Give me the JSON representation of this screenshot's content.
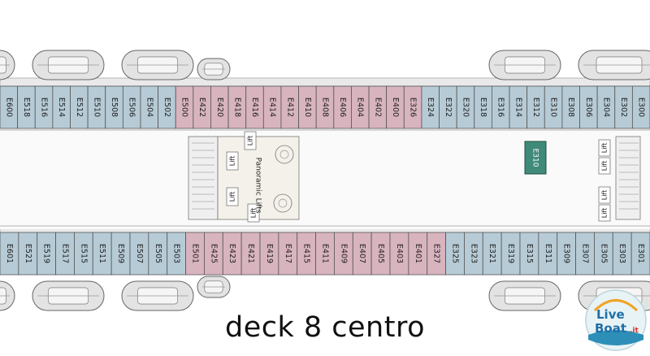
{
  "title": "deck 8 centro",
  "colors": {
    "blue_cabin": "#b6cbd6",
    "pink_cabin": "#d8b4bf",
    "suite": "#3f8a79",
    "boat": "#e3e3e3",
    "hull": "#e9e9e9",
    "outline": "#555555"
  },
  "top_row": {
    "blue_left": [
      "E600",
      "E518",
      "E516",
      "E514",
      "E512",
      "E510",
      "E508",
      "E506",
      "E504",
      "E502"
    ],
    "pink": [
      "E500",
      "E422",
      "E420",
      "E418",
      "E416",
      "E414",
      "E412",
      "E410",
      "E408",
      "E406",
      "E404",
      "E402",
      "E400",
      "E326"
    ],
    "blue_right": [
      "E324",
      "E322",
      "E320",
      "E318",
      "E316",
      "E314",
      "E312",
      "E310",
      "E308",
      "E306",
      "E304",
      "E302",
      "E300"
    ]
  },
  "bottom_row": {
    "blue_left": [
      "E601",
      "E521",
      "E519",
      "E517",
      "E515",
      "E511",
      "E509",
      "E507",
      "E505",
      "E503"
    ],
    "pink": [
      "E501",
      "E425",
      "E423",
      "E421",
      "E419",
      "E417",
      "E415",
      "E411",
      "E409",
      "E407",
      "E405",
      "E403",
      "E401",
      "E327"
    ],
    "blue_right": [
      "E325",
      "E323",
      "E321",
      "E319",
      "E315",
      "E311",
      "E309",
      "E307",
      "E305",
      "E303",
      "E301"
    ]
  },
  "suite_cabin": "E310",
  "lift_label": "Lift",
  "panoramic_lifts": [
    "Panoramic",
    "Lifts"
  ],
  "logo": {
    "word1": "Live",
    "word2": "Boat",
    "suffix": ".it"
  }
}
